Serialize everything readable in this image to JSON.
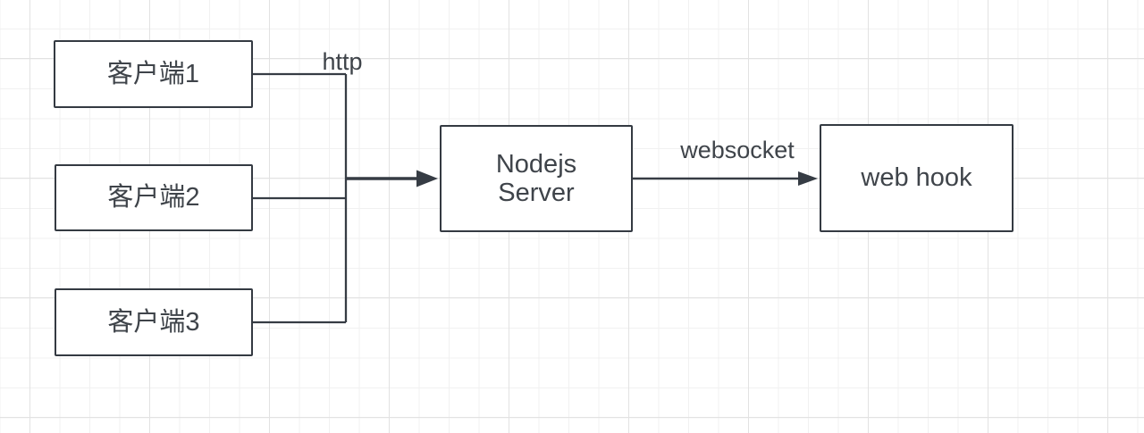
{
  "diagram": {
    "nodes": [
      {
        "id": "client1",
        "label": "客户端1"
      },
      {
        "id": "client2",
        "label": "客户端2"
      },
      {
        "id": "client3",
        "label": "客户端3"
      },
      {
        "id": "server",
        "label": "Nodejs\nServer"
      },
      {
        "id": "webhook",
        "label": "web hook"
      }
    ],
    "edges": [
      {
        "id": "clients-to-server",
        "label": "http",
        "from": [
          "客户端1",
          "客户端2",
          "客户端3"
        ],
        "to": "Nodejs Server",
        "style": "merged junction, solid arrow"
      },
      {
        "id": "server-to-webhook",
        "label": "websocket",
        "from": "Nodejs Server",
        "to": "web hook",
        "style": "solid arrow"
      }
    ],
    "colors": {
      "stroke": "#363c44",
      "node_border": "#343a42",
      "node_fill": "#ffffff",
      "text": "#3f444a",
      "grid_minor": "#f1f1f1",
      "grid_major": "#e2e2e2",
      "background": "#ffffff"
    }
  }
}
